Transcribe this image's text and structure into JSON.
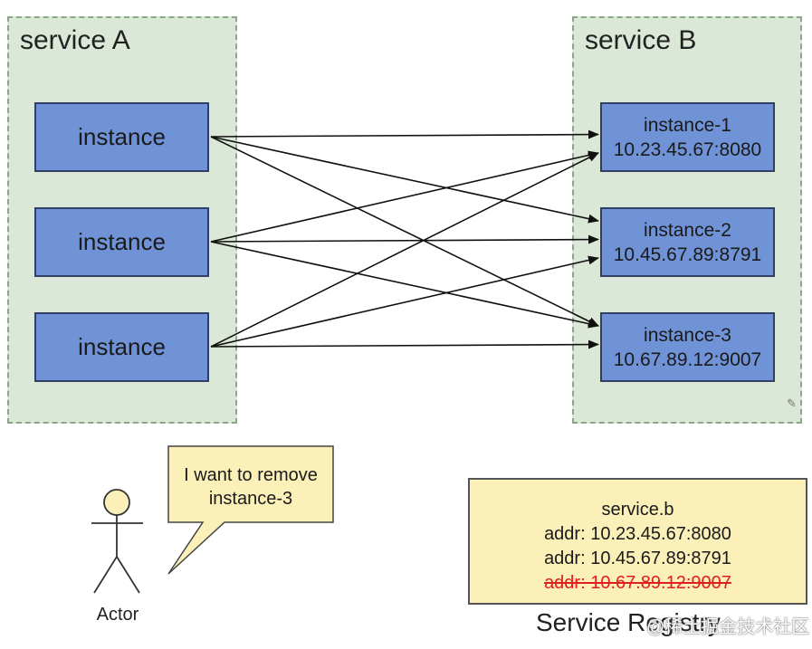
{
  "service_a": {
    "title": "service A",
    "instances": [
      "instance",
      "instance",
      "instance"
    ]
  },
  "service_b": {
    "title": "service B",
    "instances": [
      {
        "name": "instance-1",
        "addr": "10.23.45.67:8080"
      },
      {
        "name": "instance-2",
        "addr": "10.45.67.89:8791"
      },
      {
        "name": "instance-3",
        "addr": "10.67.89.12:9007"
      }
    ]
  },
  "actor": {
    "label": "Actor",
    "speech_line1": "I want to remove",
    "speech_line2": "instance-3"
  },
  "registry": {
    "service": "service.b",
    "entries": [
      "addr: 10.23.45.67:8080",
      "addr: 10.45.67.89:8791",
      "addr: 10.67.89.12:9007"
    ],
    "label": "Service Registry"
  },
  "watermark": "@稀土掘金技术社区",
  "colors": {
    "group_fill": "#dbe8d8",
    "instance_fill": "#6f93d6",
    "registry_fill": "#fbf0b7",
    "removed_entry": "#e02020"
  }
}
